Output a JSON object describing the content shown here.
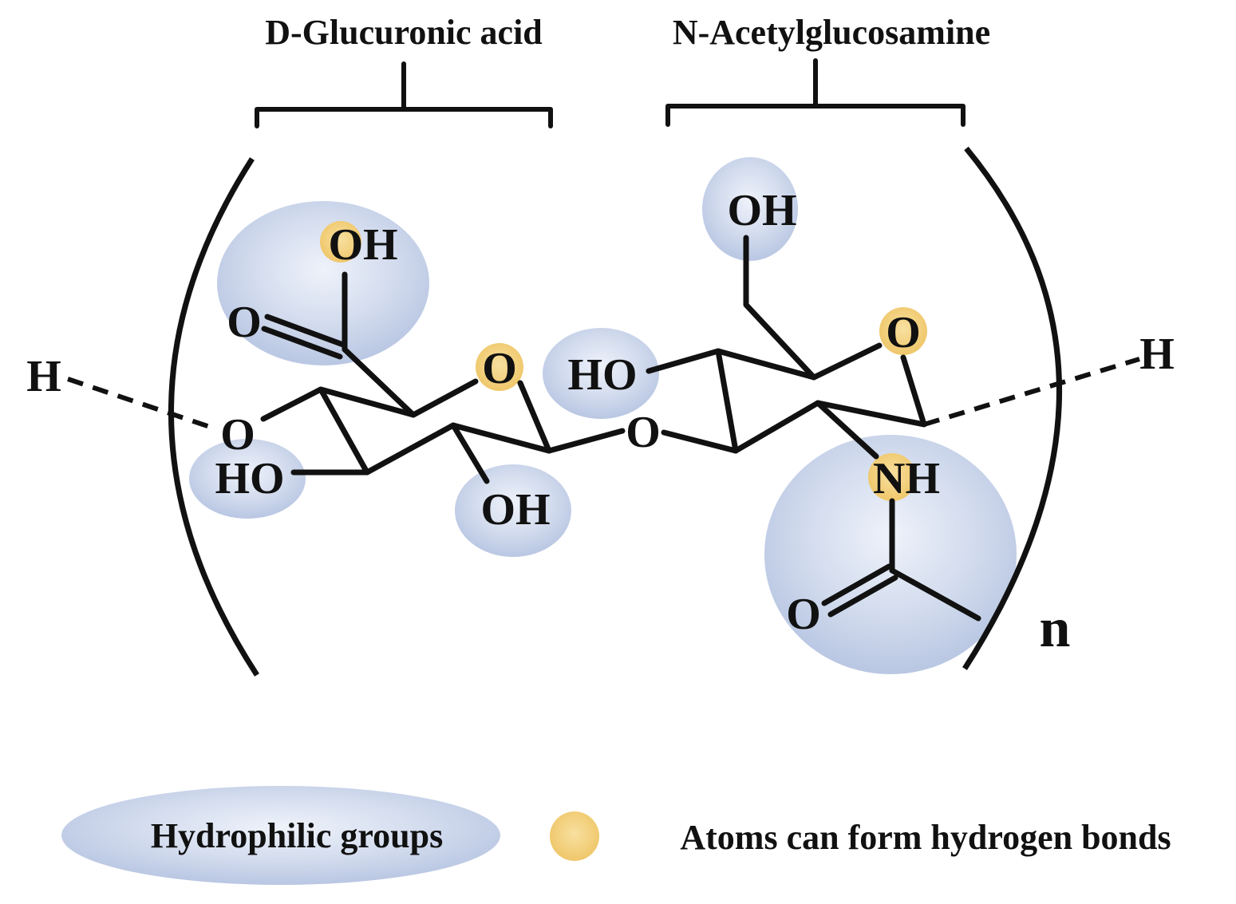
{
  "titles": {
    "unit1": "D-Glucuronic acid",
    "unit2": "N-Acetylglucosamine"
  },
  "atoms": {
    "h_left": "H",
    "h_right": "H",
    "o_link_left": "O",
    "ho_left": "HO",
    "o_carbonyl_left": "O",
    "oh_carboxyl": "OH",
    "o_ring_left": "O",
    "oh_left_bottom": "OH",
    "o_glycosidic": "O",
    "ho_right": "HO",
    "oh_top_right": "OH",
    "o_ring_right": "O",
    "nh": "NH",
    "o_acetyl": "O"
  },
  "repeat_subscript": "n",
  "legend": {
    "hydrophilic_label": "Hydrophilic groups",
    "hbond_label": "Atoms can form hydrogen bonds"
  },
  "colors": {
    "hydrophilic_fill": "#c9d4ea",
    "hbond_atom_fill": "#f4d47c",
    "line": "#111111"
  }
}
